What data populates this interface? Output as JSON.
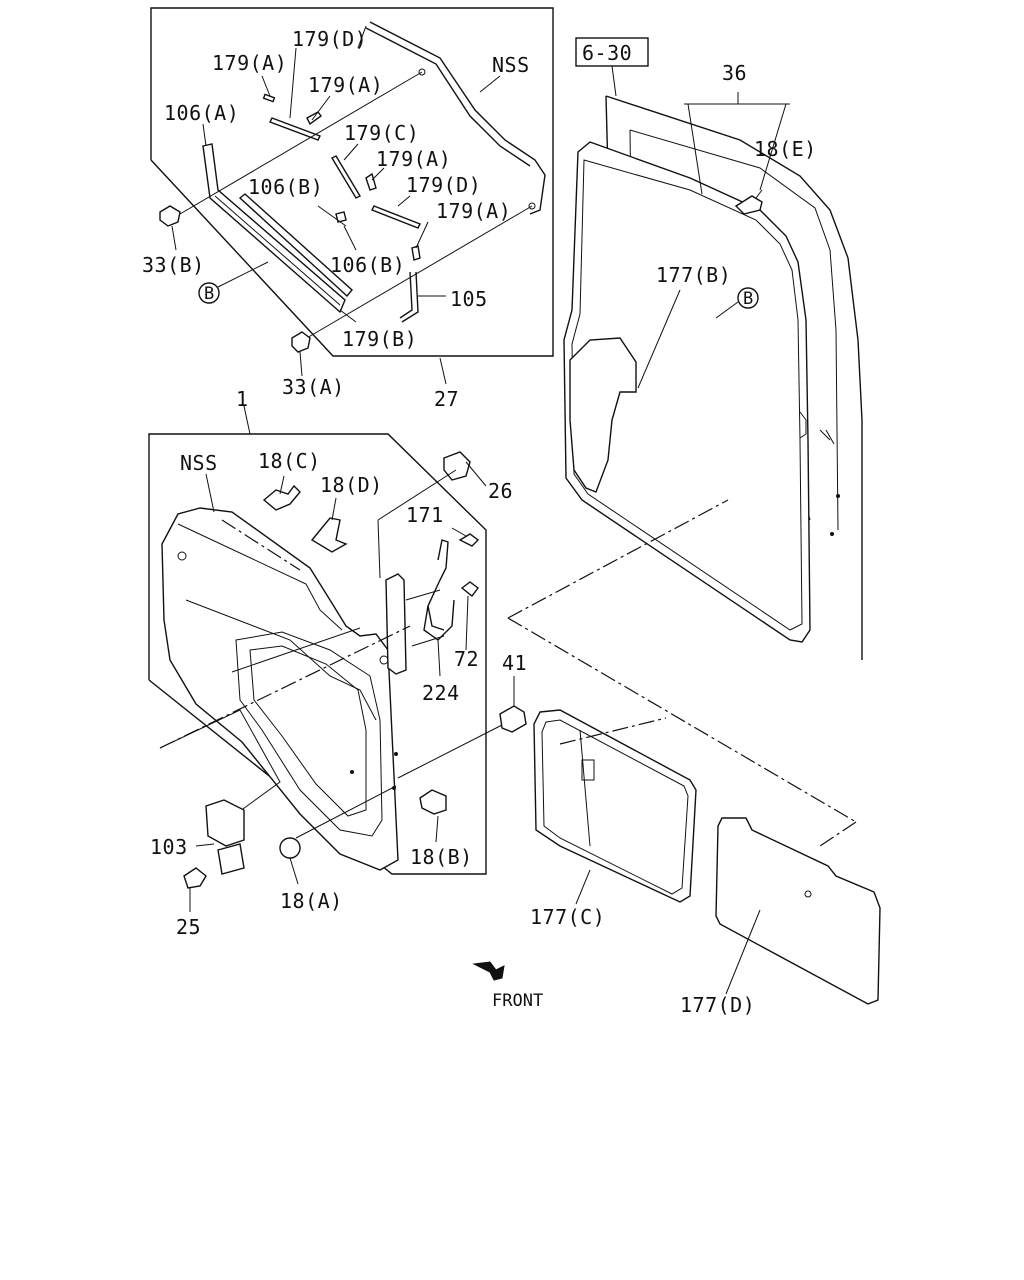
{
  "labels": {
    "l_179a_1": "179(A)",
    "l_179d_1": "179(D)",
    "l_nss_top": "NSS",
    "l_179a_2": "179(A)",
    "l_106a": "106(A)",
    "l_179c": "179(C)",
    "l_179a_3": "179(A)",
    "l_106b_1": "106(B)",
    "l_179d_2": "179(D)",
    "l_179a_4": "179(A)",
    "l_33b": "33(B)",
    "l_106b_2": "106(B)",
    "l_b_top": "B",
    "l_105": "105",
    "l_179b": "179(B)",
    "l_33a": "33(A)",
    "l_27": "27",
    "l_630": "6-30",
    "l_36": "36",
    "l_18e": "18(E)",
    "l_177b": "177(B)",
    "l_b_right": "B",
    "l_1": "1",
    "l_nss_mid": "NSS",
    "l_18c": "18(C)",
    "l_18d": "18(D)",
    "l_26": "26",
    "l_171": "171",
    "l_72": "72",
    "l_224": "224",
    "l_41": "41",
    "l_103": "103",
    "l_25": "25",
    "l_18a": "18(A)",
    "l_18b": "18(B)",
    "l_177c": "177(C)",
    "l_front": "FRONT",
    "l_177d": "177(D)"
  }
}
